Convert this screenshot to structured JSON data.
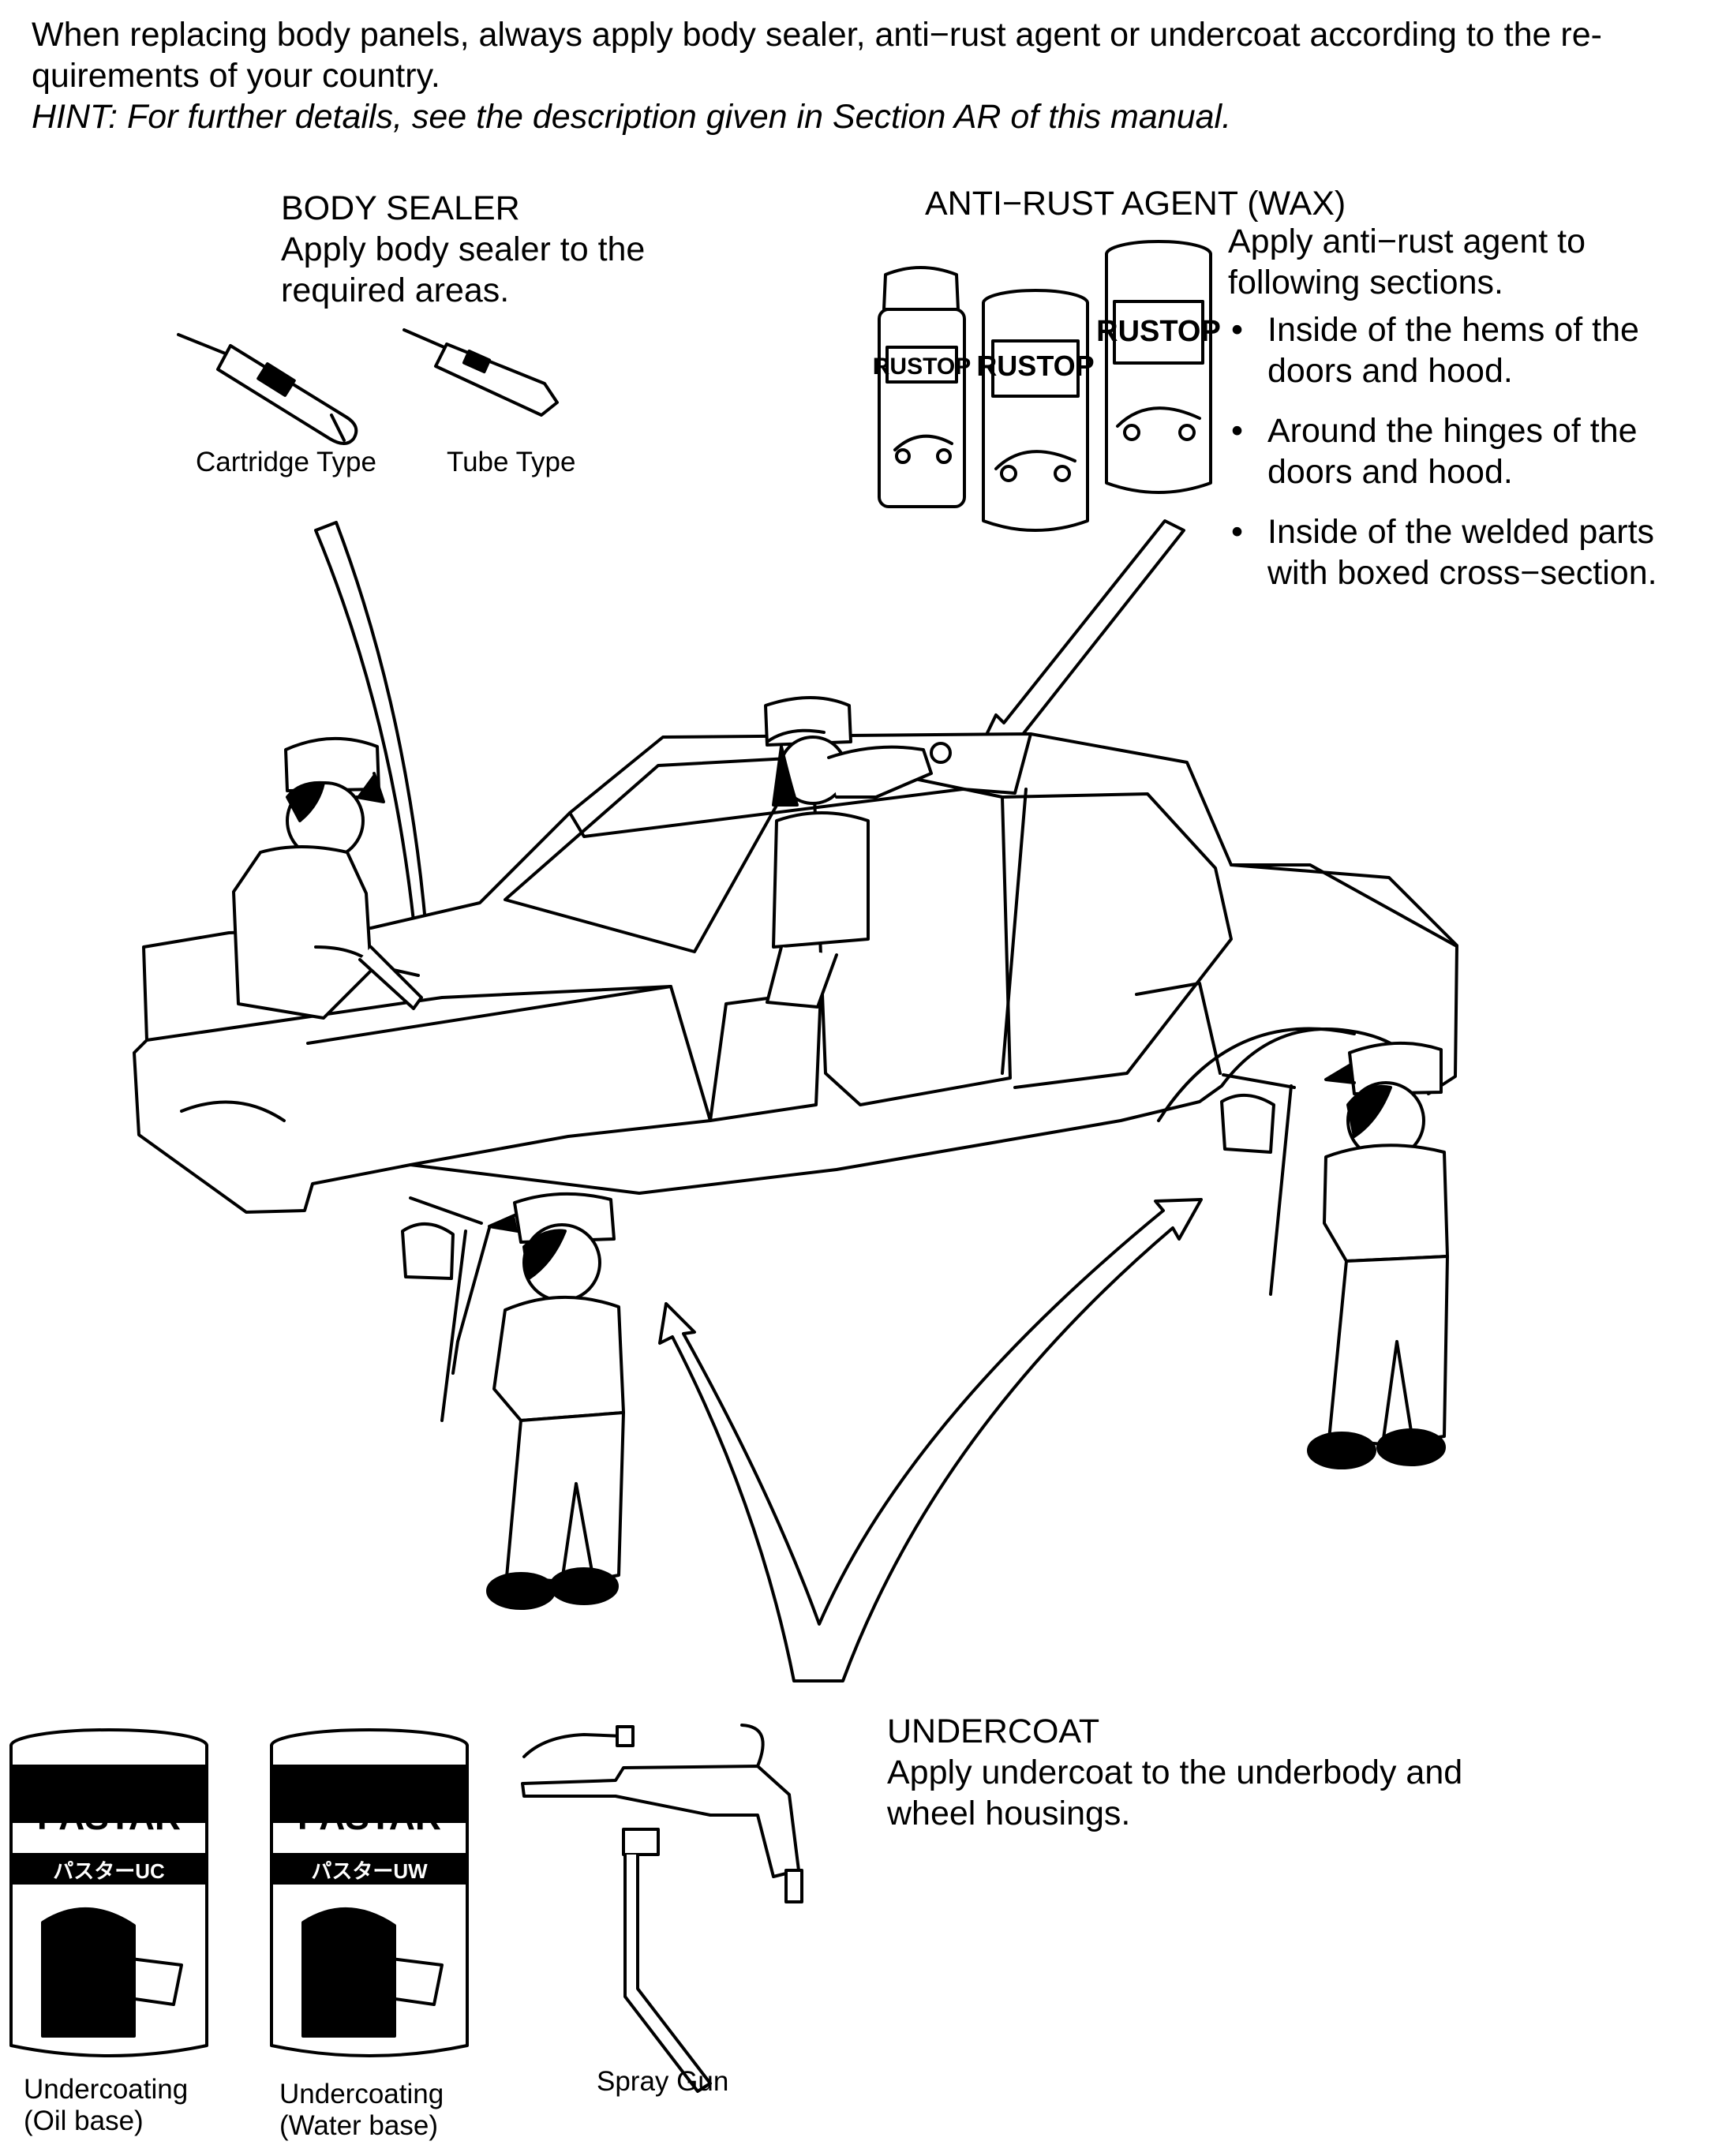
{
  "intro": {
    "text": "When replacing body panels, always apply body sealer, anti−rust agent or undercoat according to the re-\nquirements of your country.",
    "hint": "HINT: For further details, see the description given in Section AR of this manual."
  },
  "body_sealer": {
    "title": "BODY SEALER",
    "description": "Apply body sealer to the\nrequired areas.",
    "cartridge_label": "Cartridge Type",
    "tube_label": "Tube Type"
  },
  "anti_rust": {
    "title": "ANTI−RUST AGENT (WAX)",
    "description": "Apply anti−rust agent to\nfollowing sections.",
    "items": [
      "Inside of the hems of the\ndoors and hood.",
      "Around the hinges of the\ndoors and hood.",
      "Inside of the welded parts\nwith boxed cross−section."
    ],
    "can_brand": "RUSTOP"
  },
  "undercoat": {
    "title": "UNDERCOAT",
    "description": "Apply undercoat to the underbody and\nwheel housings.",
    "can_brand": "PASTAR",
    "can_oil_label": "パスターUC",
    "can_water_label": "パスターUW",
    "oil_caption": "Undercoating\n(Oil base)",
    "water_caption": "Undercoating\n(Water base)",
    "gun_caption": "Spray Gun"
  },
  "colors": {
    "ink": "#000000",
    "paper": "#ffffff"
  }
}
